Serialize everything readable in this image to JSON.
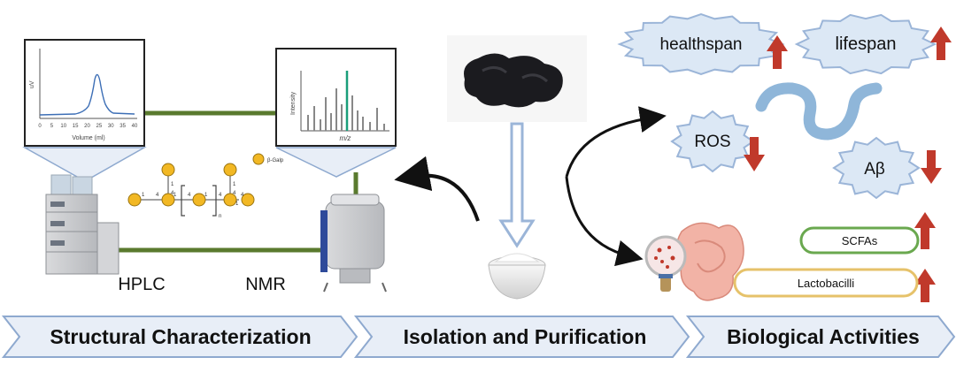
{
  "sections": {
    "structural": "Structural Characterization",
    "isolation": "Isolation and Purification",
    "biological": "Biological Activities"
  },
  "instruments": {
    "hplc": "HPLC",
    "nmr": "NMR"
  },
  "hplc_chart": {
    "ylabel": "uV",
    "xlabel": "Volume (ml)",
    "ticks": [
      "0",
      "5",
      "10",
      "15",
      "20",
      "25",
      "30",
      "35",
      "40"
    ]
  },
  "ms_chart": {
    "ylabel": "Intensity",
    "xlabel": "m/z"
  },
  "glycan": {
    "monosaccharide": "β-Galp",
    "repeat": "n",
    "link_labels": [
      "1",
      "4",
      "1",
      "4",
      "1",
      "4",
      "1",
      "4",
      "1",
      "4",
      "1",
      "4"
    ]
  },
  "effects": {
    "healthspan": "healthspan",
    "lifespan": "lifespan",
    "ros": "ROS",
    "abeta": "Aβ",
    "scfas": "SCFAs",
    "lactobacilli": "Lactobacilli"
  },
  "colors": {
    "connector_green": "#5a7a2e",
    "up_arrow": "#c0392b",
    "star_fill": "#dce8f5",
    "star_stroke": "#9bb5d8",
    "galactose": "#f2b824",
    "worm": "#8fb6d9",
    "scfa_border": "#6aa84f",
    "lacto_border": "#e6c26a"
  }
}
